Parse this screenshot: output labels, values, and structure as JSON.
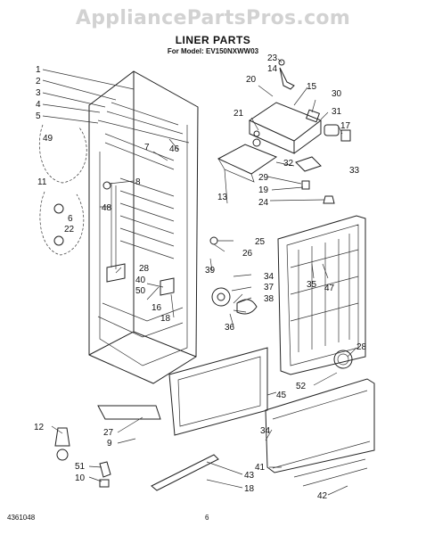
{
  "watermark": "AppliancePartsPros.com",
  "title": "LINER PARTS",
  "model": "For Model: EV150NXWW03",
  "footer": {
    "code": "4361048",
    "page": "6"
  },
  "callouts": {
    "c1": "1",
    "c2": "2",
    "c3": "3",
    "c4": "4",
    "c5": "5",
    "c49": "49",
    "c11": "11",
    "c6": "6",
    "c22": "22",
    "c7": "7",
    "c46": "46",
    "c8": "8",
    "c48": "48",
    "c28a": "28",
    "c40": "40",
    "c50": "50",
    "c16": "16",
    "c18a": "18",
    "c23": "23",
    "c14": "14",
    "c20": "20",
    "c15": "15",
    "c30": "30",
    "c31": "31",
    "c17": "17",
    "c21": "21",
    "c32": "32",
    "c29": "29",
    "c19": "19",
    "c24": "24",
    "c13": "13",
    "c33": "33",
    "c25": "25",
    "c26": "26",
    "c39": "39",
    "c34a": "34",
    "c37": "37",
    "c38": "38",
    "c36": "36",
    "c35": "35",
    "c47": "47",
    "c28b": "28",
    "c52": "52",
    "c45": "45",
    "c12": "12",
    "c27": "27",
    "c9": "9",
    "c34b": "34",
    "c41": "41",
    "c51": "51",
    "c10": "10",
    "c43": "43",
    "c18b": "18",
    "c42": "42"
  }
}
